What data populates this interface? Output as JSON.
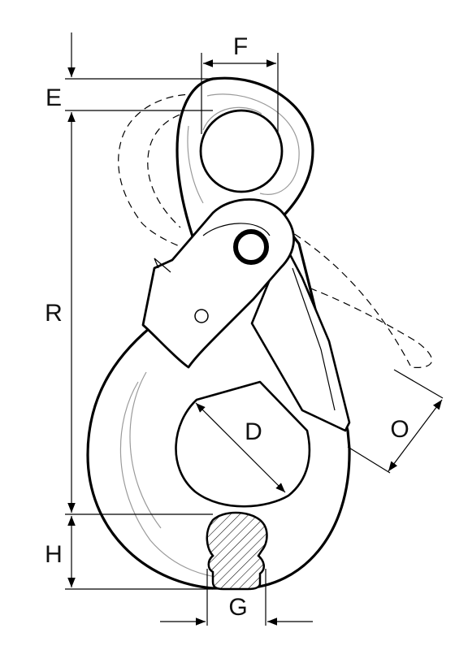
{
  "dimensions": {
    "D": "D",
    "E": "E",
    "F": "F",
    "G": "G",
    "H": "H",
    "O": "O",
    "R": "R"
  }
}
